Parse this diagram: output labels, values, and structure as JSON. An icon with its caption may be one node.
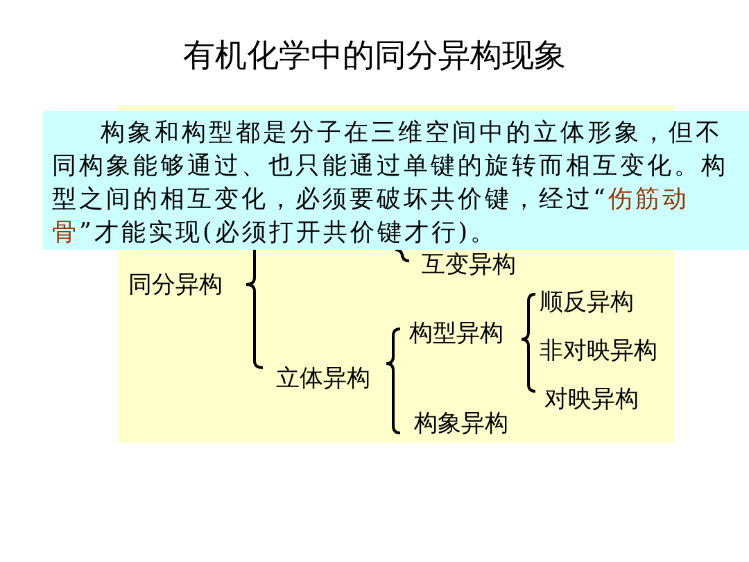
{
  "diagram": {
    "title": "有机化学中的同分异构现象",
    "nodes": [
      {
        "text": [
          "同分异构",
          "互变异构",
          "立体异构",
          "构型异构",
          "构象异构",
          "顺反异构",
          "非对映异构",
          "对映异构"
        ]
      },
      {
        "text": [
          "构象和构型都是分子在三维空间中的立体形象，但不同构象能够通过、也只能通过单键的旋转而相互变化。构型之间的相互变化，必须要破坏共价键，经过“",
          "伤筋动骨",
          "”才能实现(必须打开共价键才行)。"
        ]
      }
    ]
  }
}
